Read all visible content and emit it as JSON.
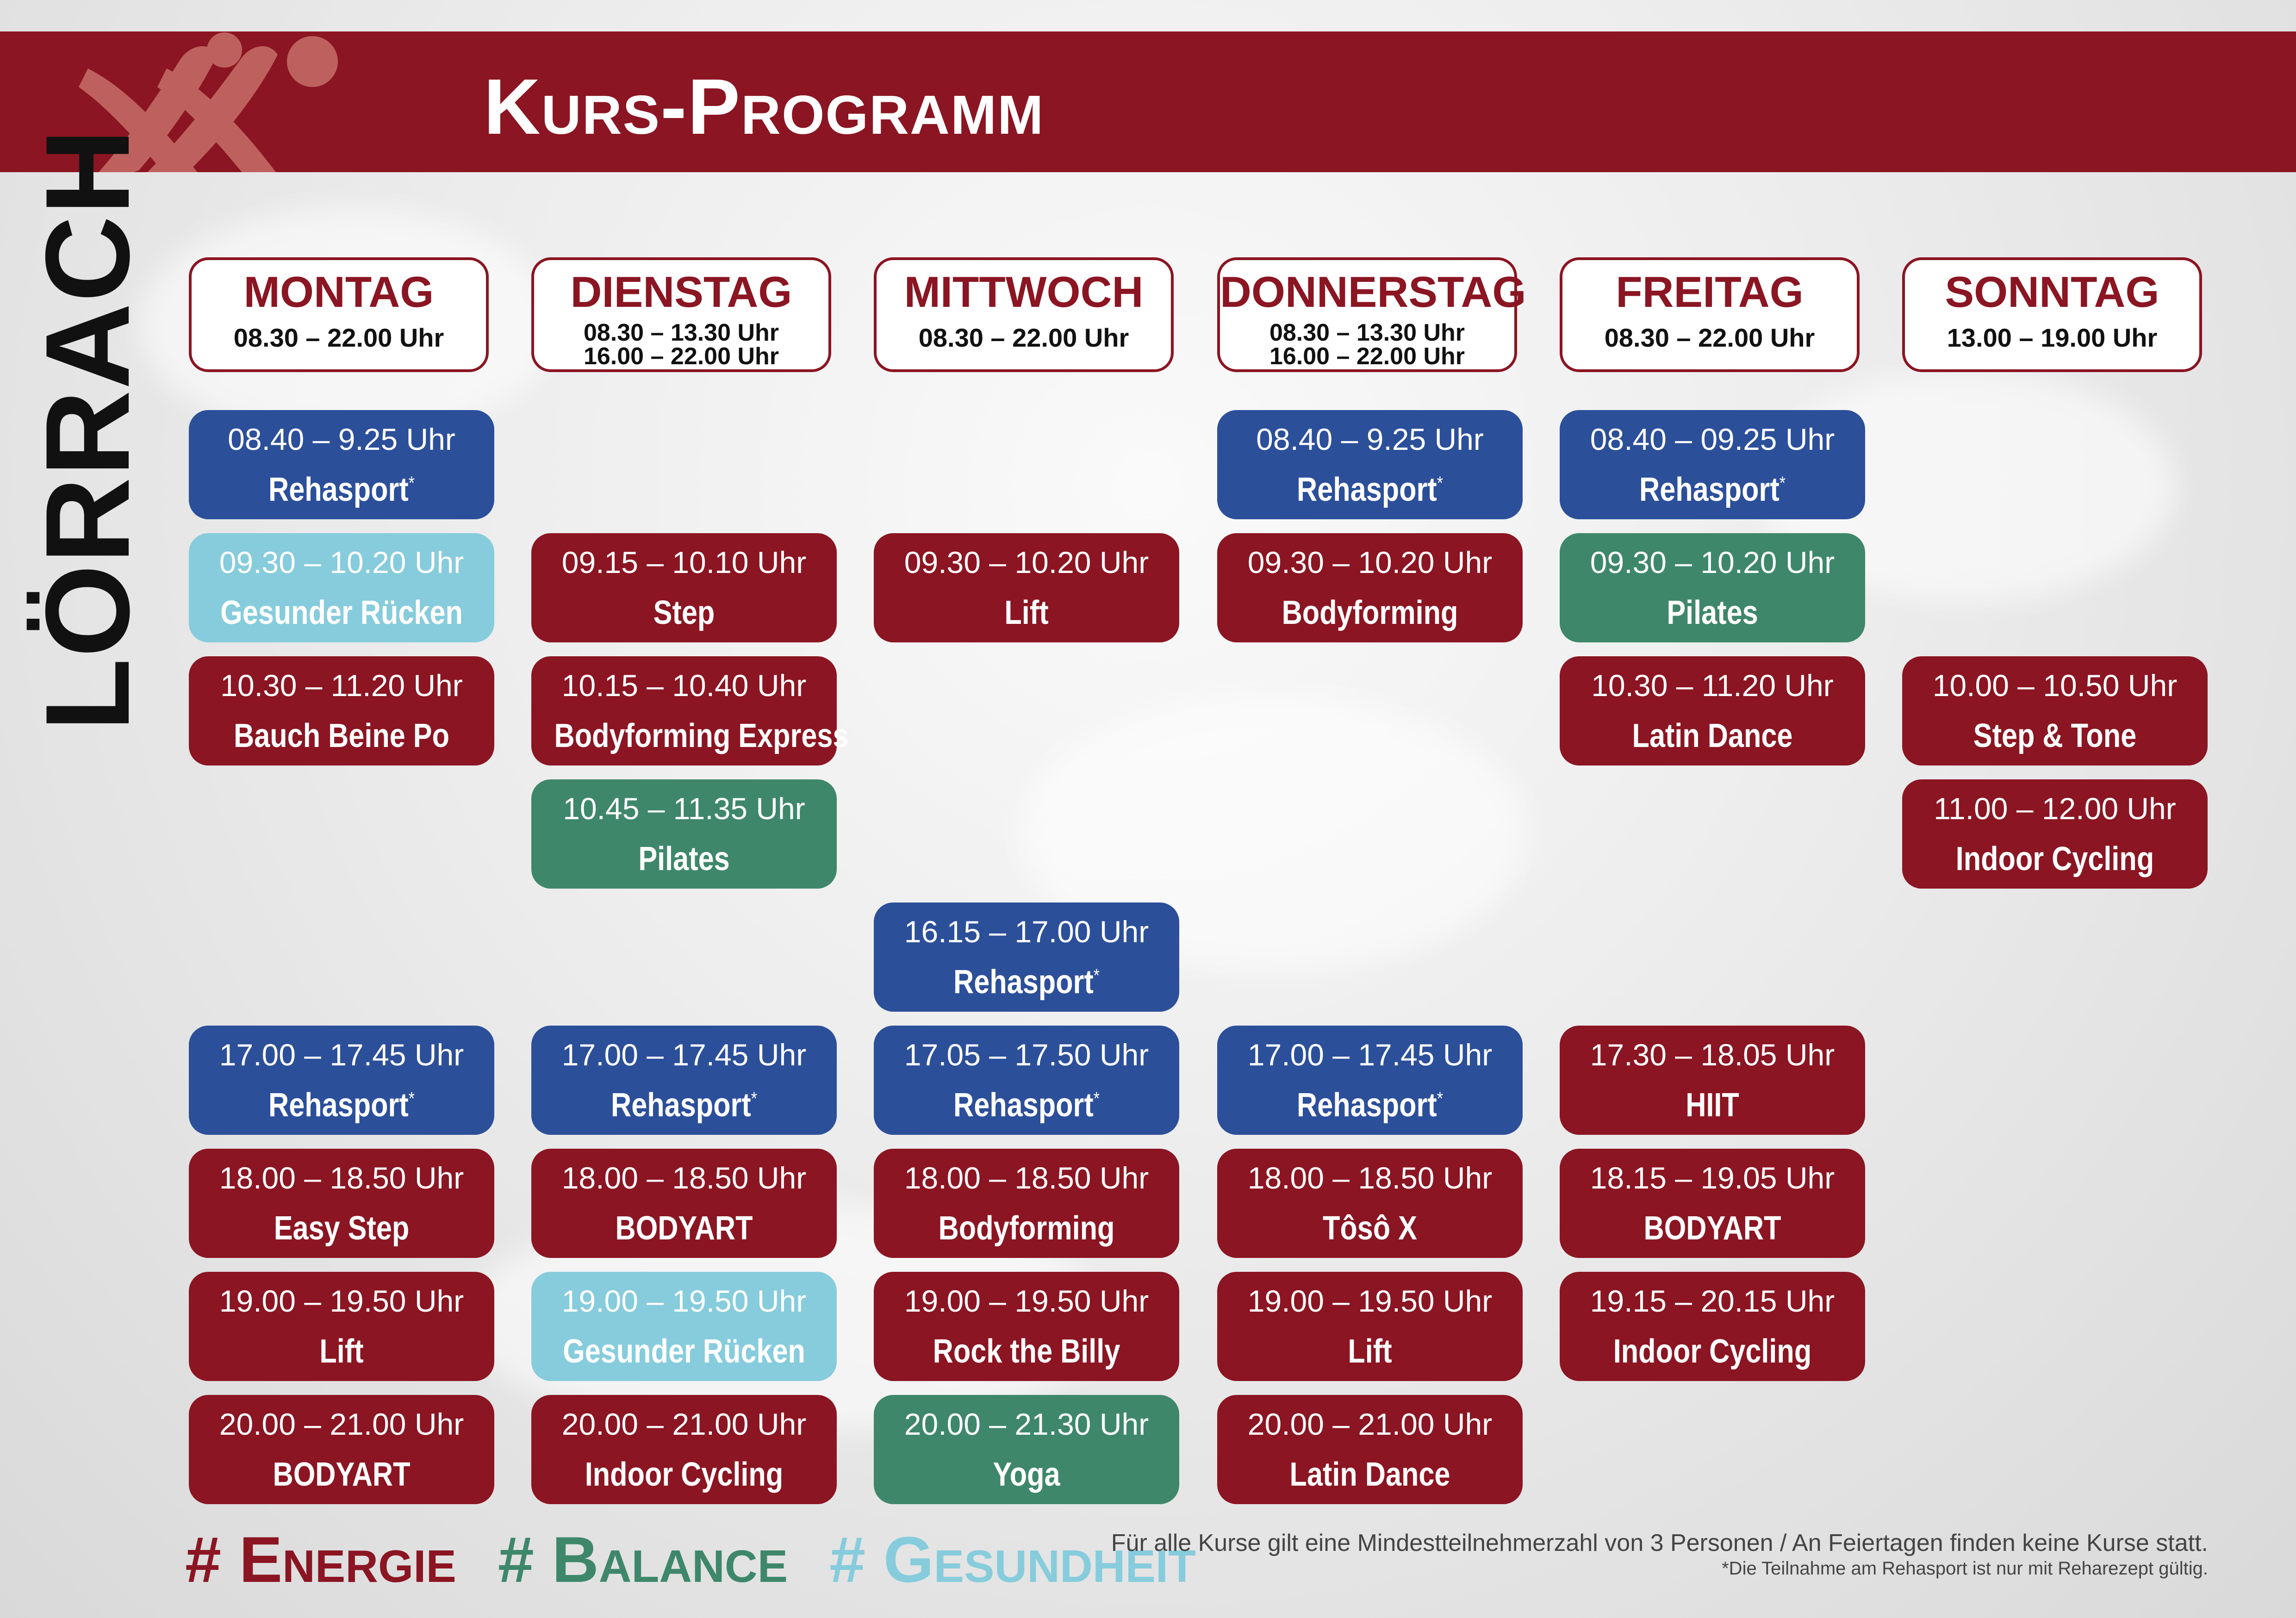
{
  "header": {
    "title": "Kurs-Programm",
    "location": "LÖRRACH",
    "brand_color": "#8b1522"
  },
  "colors": {
    "energie": "#8b1522",
    "rehasport": "#2c4f9a",
    "balance": "#3e876b",
    "gesundheit": "#86ccdc"
  },
  "days": [
    {
      "name": "MONTAG",
      "hours": [
        "08.30 – 22.00 Uhr"
      ],
      "courses": [
        {
          "time": "08.40 – 9.25 Uhr",
          "name": "Rehasport",
          "mark": "*",
          "color": "blue"
        },
        {
          "time": "09.30 – 10.20 Uhr",
          "name": "Gesunder Rücken",
          "color": "light"
        },
        {
          "time": "10.30 – 11.20 Uhr",
          "name": "Bauch Beine Po",
          "color": "red"
        },
        {
          "time": "17.00 – 17.45 Uhr",
          "name": "Rehasport",
          "mark": "*",
          "color": "blue"
        },
        {
          "time": "18.00 – 18.50 Uhr",
          "name": "Easy Step",
          "color": "red"
        },
        {
          "time": "19.00 – 19.50 Uhr",
          "name": "Lift",
          "color": "red"
        },
        {
          "time": "20.00 – 21.00 Uhr",
          "name": "BODYART",
          "color": "red"
        }
      ]
    },
    {
      "name": "DIENSTAG",
      "hours": [
        "08.30 – 13.30 Uhr",
        "16.00 – 22.00 Uhr"
      ],
      "courses": [
        {
          "time": "09.15 – 10.10 Uhr",
          "name": "Step",
          "color": "red"
        },
        {
          "time": "10.15 – 10.40 Uhr",
          "name": "Bodyforming Express",
          "color": "red"
        },
        {
          "time": "10.45 – 11.35 Uhr",
          "name": "Pilates",
          "color": "green"
        },
        {
          "time": "17.00 – 17.45 Uhr",
          "name": "Rehasport",
          "mark": "*",
          "color": "blue"
        },
        {
          "time": "18.00 – 18.50 Uhr",
          "name": "BODYART",
          "color": "red"
        },
        {
          "time": "19.00 – 19.50 Uhr",
          "name": "Gesunder Rücken",
          "color": "light"
        },
        {
          "time": "20.00 – 21.00 Uhr",
          "name": "Indoor Cycling",
          "color": "red"
        }
      ]
    },
    {
      "name": "MITTWOCH",
      "hours": [
        "08.30 – 22.00 Uhr"
      ],
      "courses": [
        {
          "time": "09.30 – 10.20 Uhr",
          "name": "Lift",
          "color": "red"
        },
        {
          "time": "16.15 – 17.00 Uhr",
          "name": "Rehasport",
          "mark": "*",
          "color": "blue"
        },
        {
          "time": "17.05 – 17.50 Uhr",
          "name": "Rehasport",
          "mark": "*",
          "color": "blue"
        },
        {
          "time": "18.00 – 18.50 Uhr",
          "name": "Bodyforming",
          "color": "red"
        },
        {
          "time": "19.00 – 19.50 Uhr",
          "name": "Rock the Billy",
          "color": "red"
        },
        {
          "time": "20.00 – 21.30 Uhr",
          "name": "Yoga",
          "color": "green"
        }
      ]
    },
    {
      "name": "DONNERSTAG",
      "hours": [
        "08.30 – 13.30 Uhr",
        "16.00 – 22.00 Uhr"
      ],
      "courses": [
        {
          "time": "08.40 – 9.25 Uhr",
          "name": "Rehasport",
          "mark": "*",
          "color": "blue"
        },
        {
          "time": "09.30 – 10.20 Uhr",
          "name": "Bodyforming",
          "color": "red"
        },
        {
          "time": "17.00 – 17.45 Uhr",
          "name": "Rehasport",
          "mark": "*",
          "color": "blue"
        },
        {
          "time": "18.00 – 18.50 Uhr",
          "name": "Tôsô X",
          "color": "red"
        },
        {
          "time": "19.00 – 19.50 Uhr",
          "name": "Lift",
          "color": "red"
        },
        {
          "time": "20.00 – 21.00 Uhr",
          "name": "Latin Dance",
          "color": "red"
        }
      ]
    },
    {
      "name": "FREITAG",
      "hours": [
        "08.30 – 22.00 Uhr"
      ],
      "courses": [
        {
          "time": "08.40 – 09.25 Uhr",
          "name": "Rehasport",
          "mark": "*",
          "color": "blue"
        },
        {
          "time": "09.30 – 10.20 Uhr",
          "name": "Pilates",
          "color": "green"
        },
        {
          "time": "10.30 – 11.20 Uhr",
          "name": "Latin Dance",
          "color": "red"
        },
        {
          "time": "17.30 – 18.05 Uhr",
          "name": "HIIT",
          "color": "red"
        },
        {
          "time": "18.15 – 19.05 Uhr",
          "name": "BODYART",
          "color": "red"
        },
        {
          "time": "19.15 – 20.15 Uhr",
          "name": "Indoor Cycling",
          "color": "red"
        }
      ]
    },
    {
      "name": "SONNTAG",
      "hours": [
        "13.00 – 19.00 Uhr"
      ],
      "courses": [
        {
          "time": "10.00 – 10.50 Uhr",
          "name": "Step & Tone",
          "color": "red"
        },
        {
          "time": "11.00 – 12.00 Uhr",
          "name": "Indoor Cycling",
          "color": "red"
        }
      ]
    }
  ],
  "hashtags": [
    {
      "text": "# Energie",
      "kind": "energie"
    },
    {
      "text": "# Balance",
      "kind": "balance"
    },
    {
      "text": "# Gesundheit",
      "kind": "gesundheit"
    }
  ],
  "footer": {
    "notice": "Für alle Kurse gilt eine Mindestteilnehmerzahl von 3 Personen / An Feiertagen finden keine Kurse statt.",
    "rehasport_note": "*Die Teilnahme am Rehasport ist nur mit Reharezept gültig."
  }
}
